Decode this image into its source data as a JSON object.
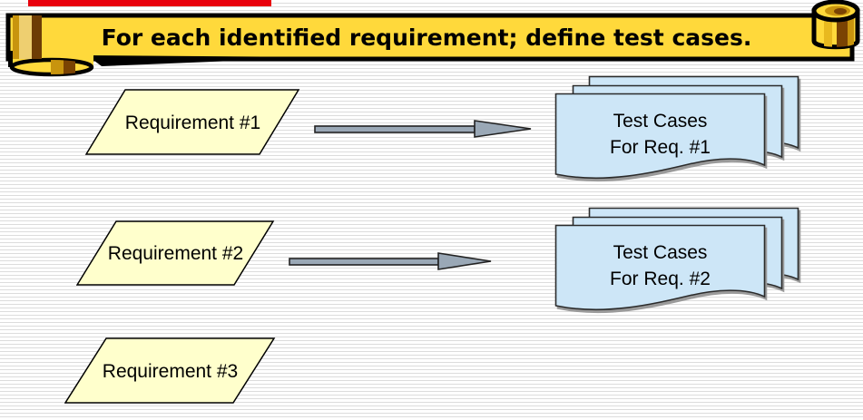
{
  "banner": {
    "text": "For each identified requirement; define test cases."
  },
  "rows": [
    {
      "requirement": "Requirement #1",
      "test_cases_line1": "Test Cases",
      "test_cases_line2": "For Req. #1"
    },
    {
      "requirement": "Requirement #2",
      "test_cases_line1": "Test Cases",
      "test_cases_line2": "For Req. #2"
    },
    {
      "requirement": "Requirement #3"
    }
  ],
  "colors": {
    "top_bar": "#e8000d",
    "banner_fill": "#ffd93b",
    "banner_mid_gold": "#c8940e",
    "banner_light_gold": "#eecf70",
    "banner_dark_brown": "#7a4303",
    "requirement_fill": "#ffffcc",
    "document_fill": "#cde6f7",
    "arrow_fill": "#9aa8b6",
    "stripe": "#dcdcdc"
  }
}
